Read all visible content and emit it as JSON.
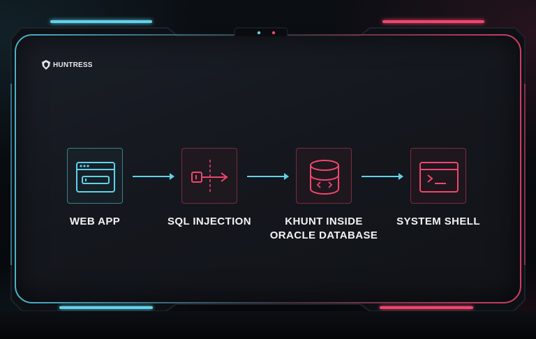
{
  "logo": {
    "text": "HUNTRESS"
  },
  "colors": {
    "cyan": "#5fd3ea",
    "pink": "#f0466e",
    "text": "#f2f2f4"
  },
  "flow": {
    "steps": [
      {
        "label_lines": [
          "WEB APP"
        ],
        "icon": "browser-window-icon",
        "accent": "cyan"
      },
      {
        "label_lines": [
          "SQL INJECTION"
        ],
        "icon": "injection-arrow-icon",
        "accent": "pink"
      },
      {
        "label_lines": [
          "KHUNT INSIDE",
          "ORACLE DATABASE"
        ],
        "icon": "database-code-icon",
        "accent": "pink"
      },
      {
        "label_lines": [
          "SYSTEM SHELL"
        ],
        "icon": "terminal-icon",
        "accent": "pink"
      }
    ]
  }
}
